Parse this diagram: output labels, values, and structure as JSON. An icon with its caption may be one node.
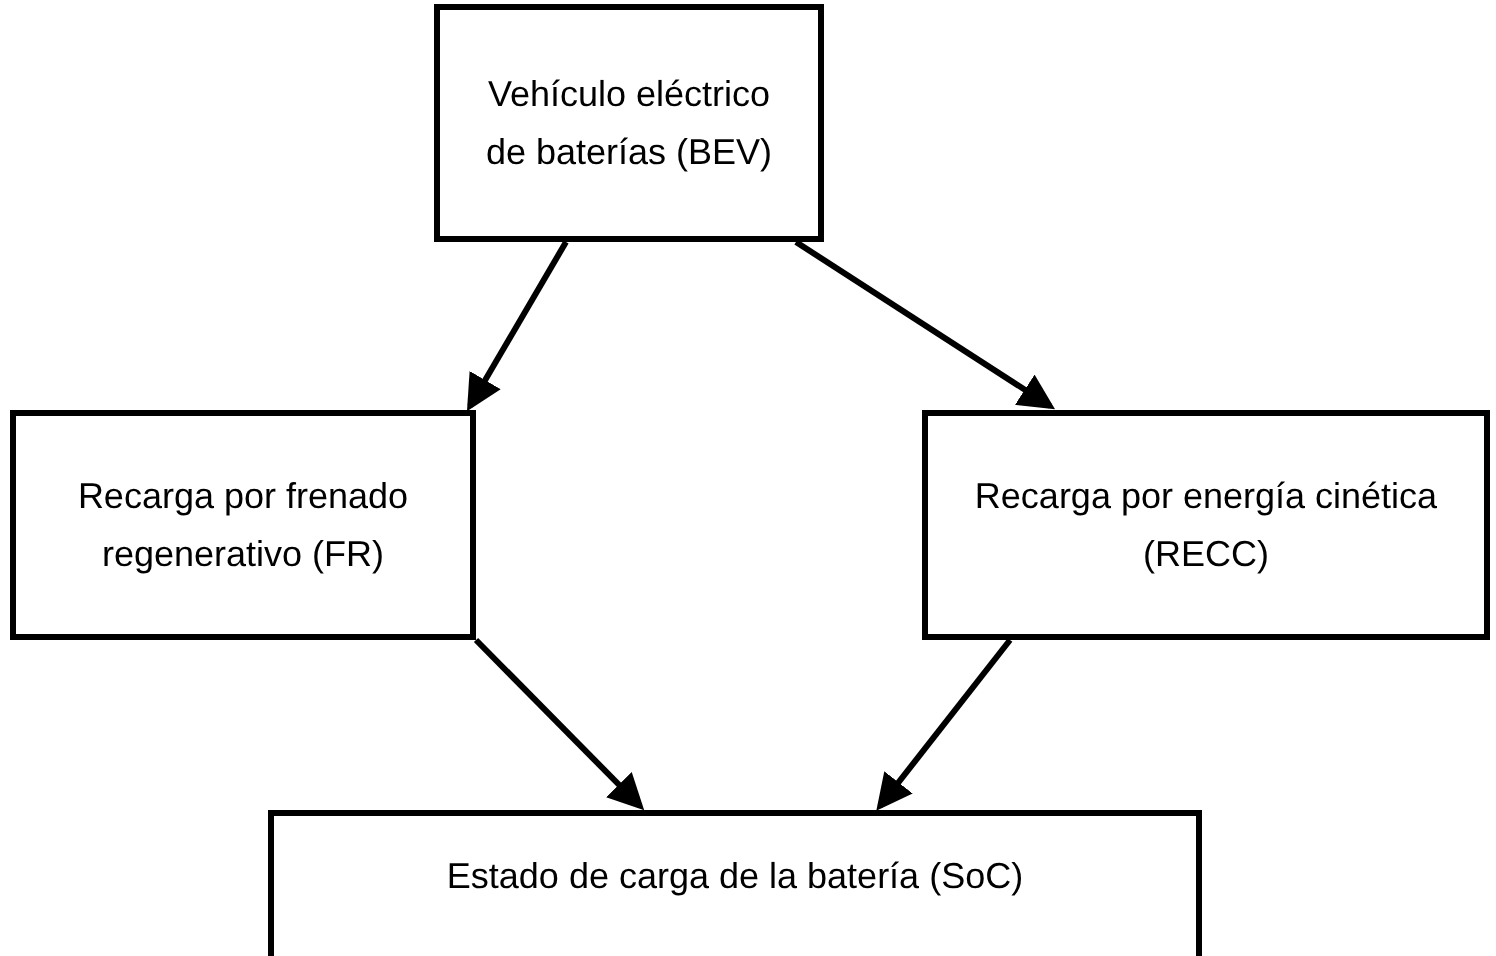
{
  "diagram": {
    "nodes": [
      {
        "text": [
          "Vehículo eléctrico de baterías (BEV)"
        ]
      },
      {
        "text": [
          "Recarga por frenado regenerativo (FR)"
        ]
      },
      {
        "text": [
          "Recarga por energía cinética (RECC)"
        ]
      },
      {
        "text": [
          "Estado de carga de la batería (SoC)"
        ]
      }
    ],
    "edges": [
      {
        "from": 0,
        "to": 1,
        "arrow": "to"
      },
      {
        "from": 0,
        "to": 2,
        "arrow": "to"
      },
      {
        "from": 1,
        "to": 3,
        "arrow": "to"
      },
      {
        "from": 2,
        "to": 3,
        "arrow": "to"
      }
    ]
  }
}
